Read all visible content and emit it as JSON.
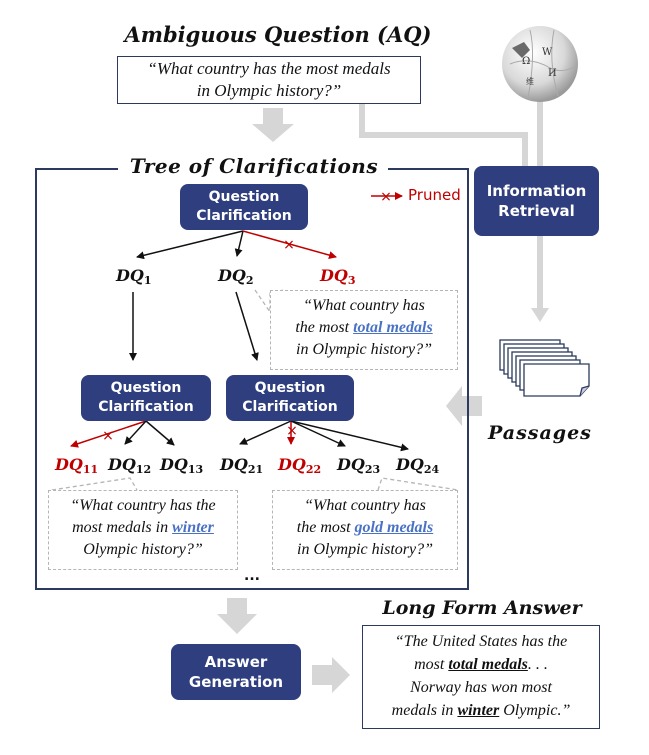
{
  "ambiguous_question": {
    "title": "Ambiguous Question (AQ)",
    "text_line1": "“What country has the most medals",
    "text_line2": "in Olympic history?”"
  },
  "tree": {
    "title": "Tree of Clarifications",
    "legend_label": "Pruned",
    "root_box": {
      "line1": "Question",
      "line2": "Clarification"
    },
    "level1_nodes": [
      {
        "base": "DQ",
        "sub": "1",
        "pruned": false
      },
      {
        "base": "DQ",
        "sub": "2",
        "pruned": false
      },
      {
        "base": "DQ",
        "sub": "3",
        "pruned": true
      }
    ],
    "dq2_callout": {
      "line1": "“What  country has",
      "line2_pre": "the most ",
      "line2_highlight": "total medals",
      "line3": "in Olympic history?”"
    },
    "left_box": {
      "line1": "Question",
      "line2": "Clarification"
    },
    "right_box": {
      "line1": "Question",
      "line2": "Clarification"
    },
    "level2_nodes": [
      {
        "base": "DQ",
        "sub": "11",
        "pruned": true
      },
      {
        "base": "DQ",
        "sub": "12",
        "pruned": false
      },
      {
        "base": "DQ",
        "sub": "13",
        "pruned": false
      },
      {
        "base": "DQ",
        "sub": "21",
        "pruned": false
      },
      {
        "base": "DQ",
        "sub": "22",
        "pruned": true
      },
      {
        "base": "DQ",
        "sub": "23",
        "pruned": false
      },
      {
        "base": "DQ",
        "sub": "24",
        "pruned": false
      }
    ],
    "left_callout": {
      "line1": "“What country has the",
      "line2_pre": "most  medals in ",
      "line2_highlight": "winter",
      "line3": "Olympic history?”"
    },
    "right_callout": {
      "line1": "“What country has",
      "line2_pre": "the most ",
      "line2_highlight": "gold medals",
      "line3": "in Olympic history?”"
    },
    "ellipsis": "..."
  },
  "retrieval": {
    "source_icon": "wikipedia-globe-icon",
    "box": {
      "line1": "Information",
      "line2": "Retrieval"
    },
    "passages_label": "Passages"
  },
  "answer": {
    "box": {
      "line1": "Answer",
      "line2": "Generation"
    },
    "title": "Long Form Answer",
    "line1": "“The United States has the",
    "line2_pre": "most ",
    "line2_highlight": "total medals",
    "line2_post": ". . .",
    "line3": "Norway has won most",
    "line4_pre": "medals  in ",
    "line4_highlight": "winter",
    "line4_post": " Olympic.”"
  },
  "colors": {
    "navy": "#2e3e7e",
    "pruned_red": "#c00000",
    "highlight_blue": "#4a72c4",
    "flow_gray": "#d6d6d6"
  }
}
